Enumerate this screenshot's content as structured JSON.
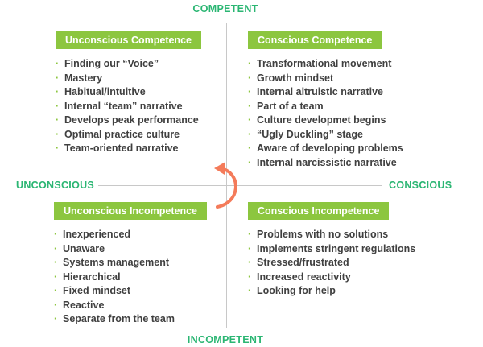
{
  "axes": {
    "top": "COMPETENT",
    "bottom": "INCOMPETENT",
    "left": "UNCONSCIOUS",
    "right": "CONSCIOUS"
  },
  "quadrants": {
    "top_left": {
      "title": "Unconscious Competence",
      "items": [
        "Finding our “Voice”",
        "Mastery",
        "Habitual/intuitive",
        "Internal “team” narrative",
        "Develops peak performance",
        "Optimal practice culture",
        "Team-oriented narrative"
      ]
    },
    "top_right": {
      "title": "Conscious Competence",
      "items": [
        "Transformational movement",
        "Growth mindset",
        "Internal altruistic narrative",
        "Part of a team",
        "Culture developmet begins",
        "“Ugly Duckling” stage",
        "Aware of developing problems",
        "Internal narcissistic narrative"
      ]
    },
    "bottom_left": {
      "title": "Unconscious Incompetence",
      "items": [
        "Inexperienced",
        "Unaware",
        "Systems management",
        "Hierarchical",
        "Fixed mindset",
        "Reactive",
        "Separate from the team"
      ]
    },
    "bottom_right": {
      "title": "Conscious Incompetence",
      "items": [
        "Problems with no solutions",
        "Implements stringent regulations",
        "Stressed/frustrated",
        "Increased reactivity",
        "Looking for help"
      ]
    }
  },
  "colors": {
    "axis_text": "#2bb673",
    "title_fill": "#8cc63f",
    "arrow": "#f47b5a"
  },
  "icons": {
    "cycle_arrow": "curved-arrow-icon"
  }
}
